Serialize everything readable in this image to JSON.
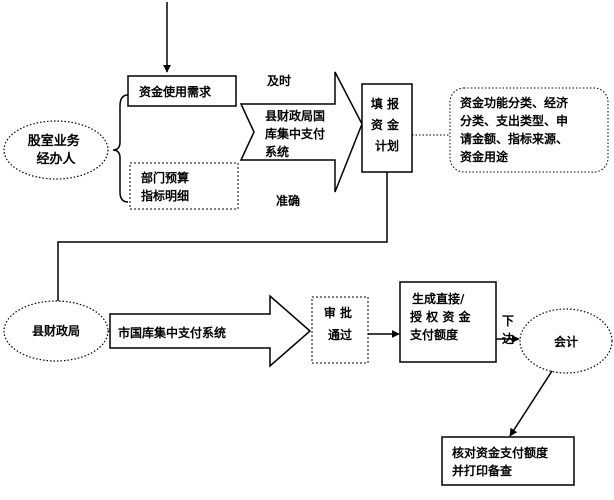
{
  "nodes": {
    "staff": {
      "lines": [
        "股室业务",
        "经办人"
      ]
    },
    "need": {
      "lines": [
        "资金使用需求"
      ]
    },
    "budget": {
      "lines": [
        "部门预算",
        "指标明细"
      ]
    },
    "county_system_arrow": {
      "lines": [
        "县财政局国",
        "库集中支付",
        "系统"
      ]
    },
    "plan": {
      "lines": [
        "填 报",
        "资 金",
        "计划"
      ]
    },
    "plan_contents": {
      "lines": [
        "资金功能分类、经济",
        "分类、支出类型、申",
        "请金额、指标来源、",
        "资金用途"
      ]
    },
    "county_bureau": {
      "lines": [
        "县财政局"
      ]
    },
    "city_system_arrow": {
      "lines": [
        "市国库集中支付系统"
      ]
    },
    "approve": {
      "lines": [
        "审 批",
        "通过"
      ]
    },
    "quota": {
      "lines": [
        "生成直接/",
        "授 权 资 金",
        "支付额度"
      ]
    },
    "accountant": {
      "lines": [
        "会计"
      ]
    },
    "verify": {
      "lines": [
        "核对资金支付额度",
        "并打印备查"
      ]
    }
  },
  "labels": {
    "timely": "及时",
    "accurate": "准确",
    "issue_1": "下",
    "issue_2": "达"
  }
}
